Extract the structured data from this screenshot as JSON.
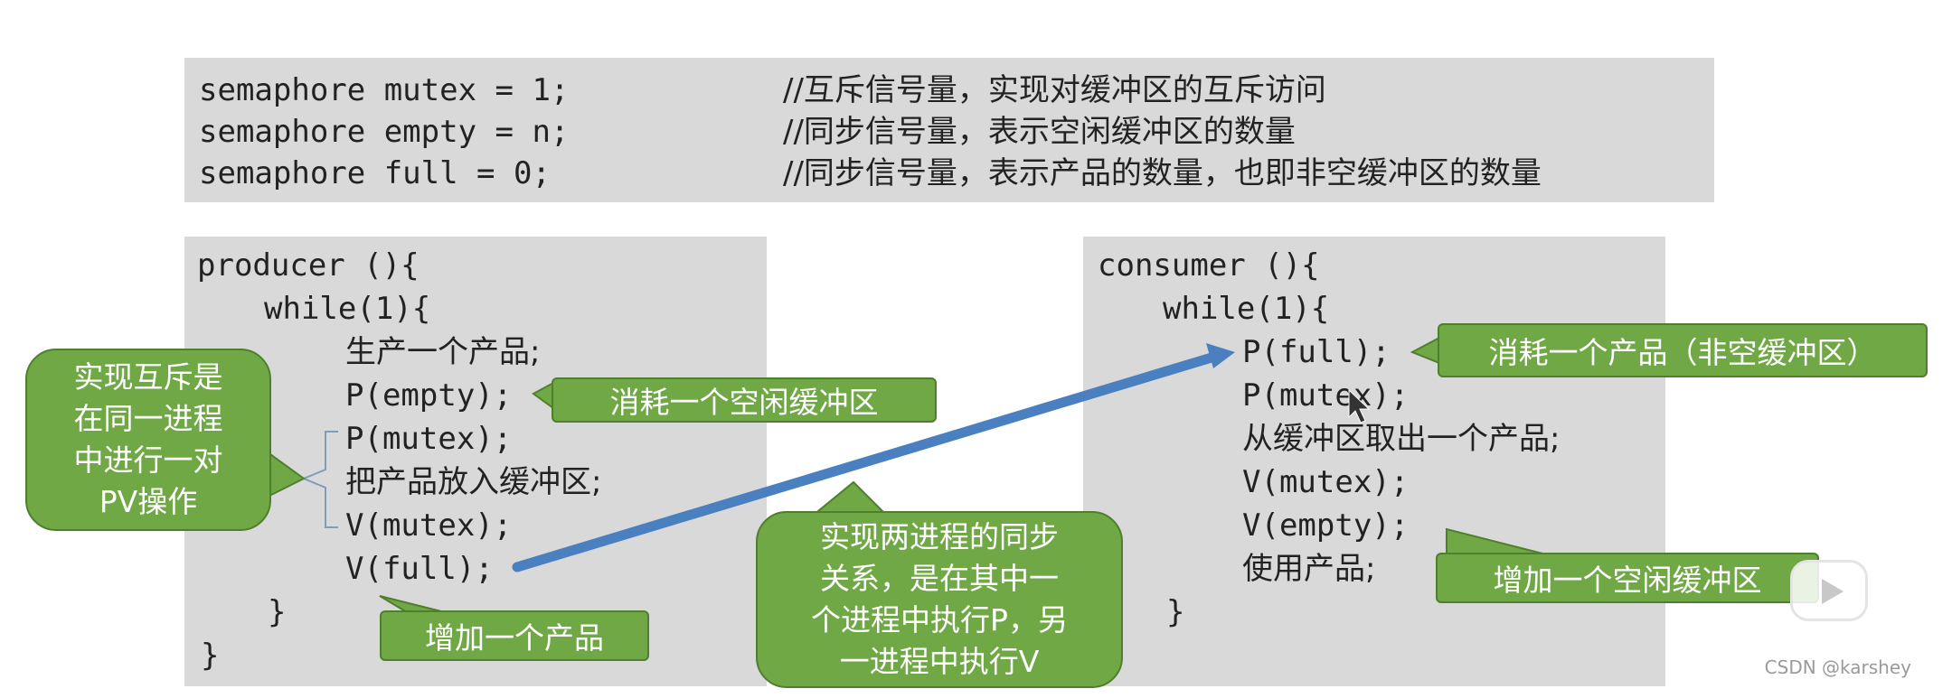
{
  "top_fragment": "",
  "declarations": [
    {
      "code": "semaphore mutex = 1;",
      "comment": "//互斥信号量，实现对缓冲区的互斥访问"
    },
    {
      "code": "semaphore empty = n;",
      "comment": "//同步信号量，表示空闲缓冲区的数量"
    },
    {
      "code": "semaphore full = 0;",
      "comment": "//同步信号量，表示产品的数量，也即非空缓冲区的数量"
    }
  ],
  "producer": {
    "lines": [
      "producer (){",
      "while(1){",
      "生产一个产品;",
      "P(empty);",
      "P(mutex);",
      "把产品放入缓冲区;",
      "V(mutex);",
      "V(full);",
      "}",
      "}"
    ]
  },
  "consumer": {
    "lines": [
      "consumer (){",
      "while(1){",
      "P(full);",
      "P(mutex);",
      "从缓冲区取出一个产品;",
      "V(mutex);",
      "V(empty);",
      "使用产品;",
      "}"
    ]
  },
  "callouts": {
    "mutex_note": "实现互斥是\n在同一进程\n中进行一对\nPV操作",
    "consume_empty": "消耗一个空闲缓冲区",
    "add_product": "增加一个产品",
    "sync_note": "实现两进程的同步\n关系，是在其中一\n个进程中执行P，另\n一进程中执行V",
    "consume_full": "消耗一个产品（非空缓冲区）",
    "add_empty": "增加一个空闲缓冲区"
  },
  "watermark": "CSDN @karshey",
  "colors": {
    "callout_fill": "#70a845",
    "callout_border": "#4e7f2d",
    "arrow": "#4a7fc0",
    "code_bg": "#d9d9d9"
  },
  "icons": [
    "play-icon",
    "cursor-icon"
  ]
}
